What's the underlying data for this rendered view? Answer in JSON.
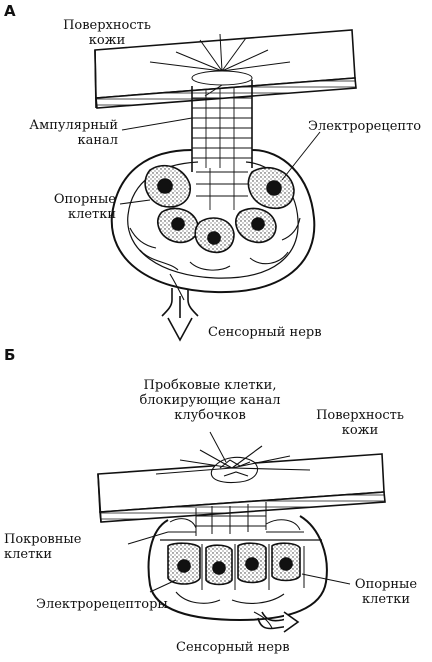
{
  "panels": {
    "a": {
      "letter": "А",
      "labels": {
        "skin_surface": [
          "Поверхность",
          "кожи"
        ],
        "ampullary_canal": [
          "Ампулярный",
          "канал"
        ],
        "electroreceptors": "Электрорецепто",
        "support_cells": [
          "Опорные",
          "клетки"
        ],
        "sensory_nerve": "Сенсорный нерв"
      }
    },
    "b": {
      "letter": "Б",
      "labels": {
        "plug_cells": [
          "Пробковые клетки,",
          "блокирующие канал",
          "клубочков"
        ],
        "skin_surface": [
          "Поверхность",
          "кожи"
        ],
        "cover_cells": [
          "Покровные",
          "клетки"
        ],
        "support_cells": [
          "Опорные",
          "клетки"
        ],
        "electroreceptors": "Электрорецепторы",
        "sensory_nerve": "Сенсорный нерв"
      }
    }
  }
}
